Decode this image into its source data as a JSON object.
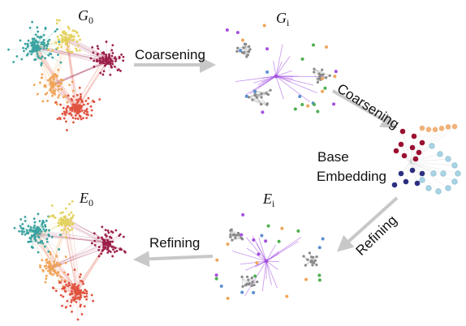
{
  "stages": {
    "g0": {
      "symbol": "G",
      "subscript": "0"
    },
    "gi": {
      "symbol": "G",
      "subscript": "i"
    },
    "e0": {
      "symbol": "E",
      "subscript": "0"
    },
    "ei": {
      "symbol": "E",
      "subscript": "i"
    }
  },
  "steps": {
    "coarsening_1": "Coarsening",
    "coarsening_2": "Coarsening",
    "base_embedding_line1": "Base",
    "base_embedding_line2": "Embedding",
    "refining_1": "Refining",
    "refining_2": "Refining"
  },
  "colors": {
    "teal": "#3aa3a0",
    "yellow": "#e3d25c",
    "orange": "#efa55a",
    "red": "#e0533f",
    "maroon": "#9c1f4a",
    "purple": "#a34fe0",
    "gray": "#888888",
    "green": "#4caf50",
    "blue": "#5b8fd0",
    "lightblue": "#a9d4e6",
    "navy": "#2c2f80",
    "darkred": "#9a1030",
    "peach": "#f0b27a",
    "arrow": "#c8c8c8"
  }
}
